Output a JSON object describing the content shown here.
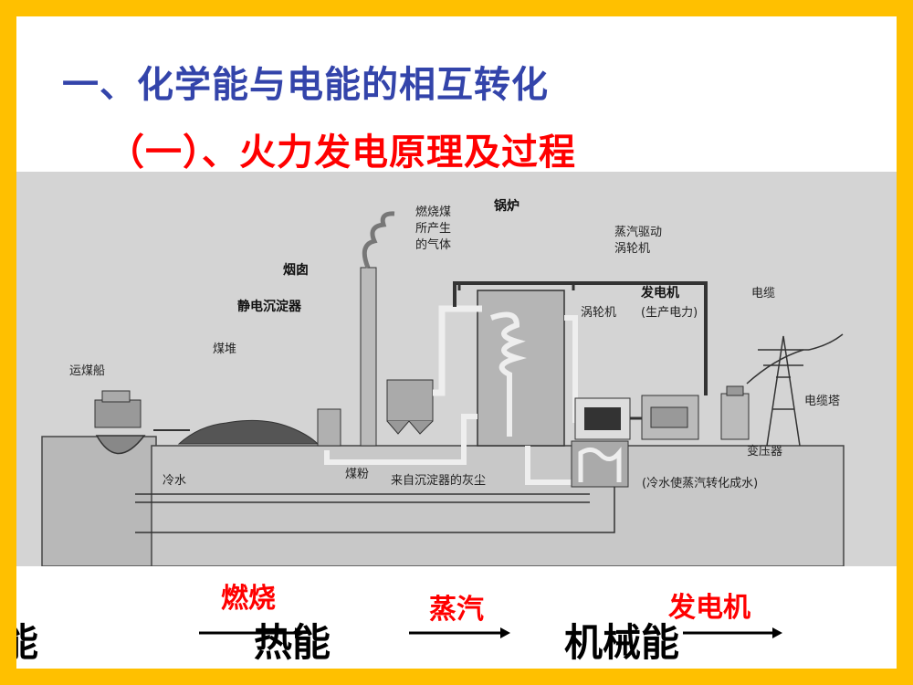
{
  "slide": {
    "title": "一、化学能与电能的相互转化",
    "subtitle": "（一）、火力发电原理及过程"
  },
  "diagram": {
    "labels": {
      "coal_gas": [
        "燃烧煤",
        "所产生",
        "的气体"
      ],
      "boiler": "锅炉",
      "steam_turbine_note": [
        "蒸汽驱动",
        "涡轮机"
      ],
      "chimney": "烟囱",
      "precipitator": "静电沉淀器",
      "generator": "发电机",
      "generator_note": "(生产电力)",
      "turbine": "涡轮机",
      "cable": "电缆",
      "coal_pile": "煤堆",
      "coal_ship": "运煤船",
      "cable_tower": "电缆塔",
      "transformer": "变压器",
      "cold_water": "冷水",
      "coal_powder": "煤粉",
      "ash": "来自沉淀器的灰尘",
      "condenser_note": "(冷水使蒸汽转化成水)"
    }
  },
  "flow": {
    "stage1": "能",
    "stage2": "热能",
    "stage3": "机械能",
    "step1": "燃烧",
    "step2": "蒸汽",
    "step3": "发电机"
  },
  "colors": {
    "border": "#FFC000",
    "title": "#3344AA",
    "subtitle": "#FF0000",
    "diagram_bg": "#D4D4D4"
  }
}
